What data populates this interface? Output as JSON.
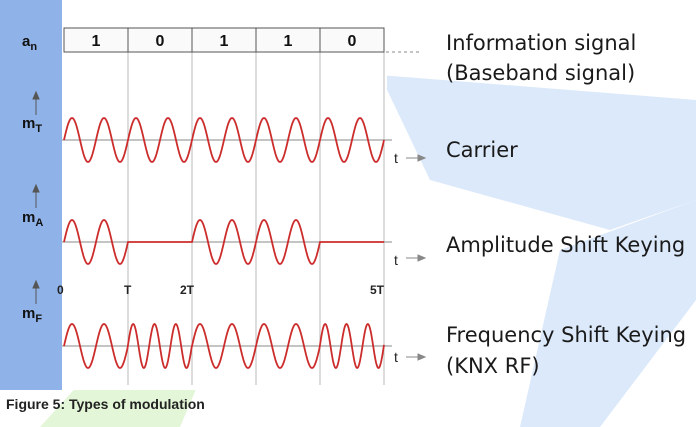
{
  "figure": {
    "bits": [
      "1",
      "0",
      "1",
      "1",
      "0"
    ],
    "row_labels": {
      "an": {
        "main": "a",
        "sub": "n"
      },
      "mT": {
        "main": "m",
        "sub": "T"
      },
      "mA": {
        "main": "m",
        "sub": "A"
      },
      "mF": {
        "main": "m",
        "sub": "F"
      }
    },
    "time_axis_symbol": "t",
    "time_ticks": [
      "0",
      "T",
      "2T",
      "5T"
    ],
    "colors": {
      "signal": "#cc2c2c",
      "left_strip": "#8fb3e8",
      "panel": "#ffffff",
      "grid": "#bbbbbb"
    }
  },
  "labels": {
    "info_line1": "Information signal",
    "info_line2": "(Baseband signal)",
    "carrier": "Carrier",
    "ask": "Amplitude Shift Keying",
    "fsk_line1": "Frequency Shift Keying",
    "fsk_line2": "(KNX RF)"
  },
  "caption": "Figure 5: Types of modulation",
  "background": {
    "decor": "large faded blue and green X-shaped logo",
    "color_blue": "#dbe9fa",
    "color_green": "#e3f6d8"
  }
}
